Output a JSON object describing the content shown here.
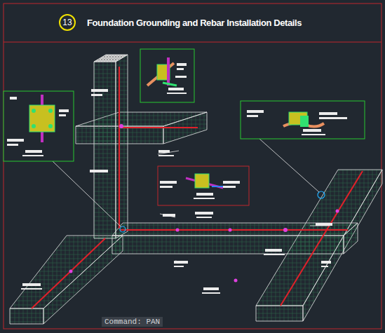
{
  "diagram": {
    "title": "Foundation Grounding and Rebar Installation Details",
    "nodes": [
      {
        "text": [
          "13"
        ]
      }
    ],
    "labels": [
      "Command: PAN"
    ]
  }
}
